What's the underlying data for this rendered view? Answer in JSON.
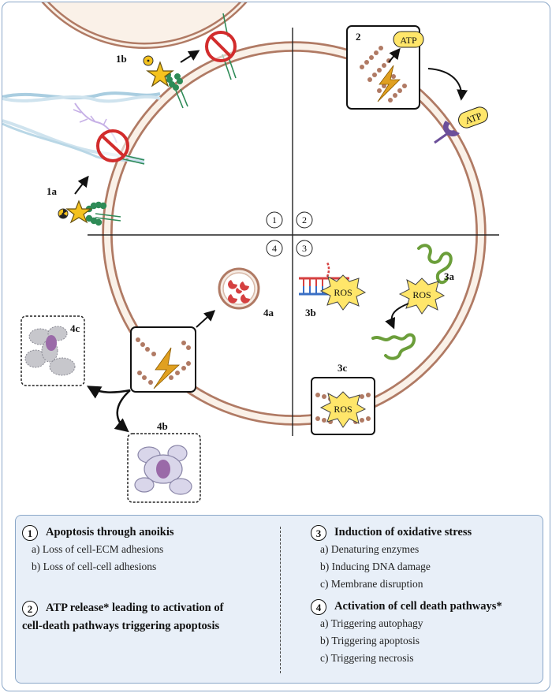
{
  "diagram": {
    "section_numbers": [
      "1",
      "2",
      "3",
      "4"
    ],
    "labels": {
      "l1a": "1a",
      "l1b": "1b",
      "l2": "2",
      "l3a": "3a",
      "l3b": "3b",
      "l3c": "3c",
      "l4a": "4a",
      "l4b": "4b",
      "l4c": "4c"
    },
    "badges": {
      "atp": "ATP",
      "ros": "ROS"
    },
    "colors": {
      "membrane": "#b07a64",
      "membrane_fill": "#faf1e8",
      "star": "#f4c21e",
      "prohibit": "#d22c2c",
      "bead": "#2e8b57",
      "lightning": "#e0a020",
      "atp_fill": "#ffe66a",
      "receptor": "#6b4f9a",
      "fiber": "#6b9e3a",
      "dna_red": "#d54040",
      "dna_blue": "#3a6fc4",
      "cell_gray": "#b9b9c0",
      "nucleus": "#9a6aa8",
      "legend_bg": "#e8eff8",
      "legend_border": "#8aa7c8"
    },
    "icons": [
      "radiation-icon",
      "star-icon",
      "prohibition-icon",
      "lightning-icon",
      "atp-receptor-icon",
      "dna-icon",
      "protein-fiber-icon",
      "autophagosome-icon"
    ]
  },
  "legend": {
    "s1": {
      "num": "1",
      "title": "Apoptosis through anoikis",
      "items": [
        "a) Loss of cell-ECM adhesions",
        "b) Loss of cell-cell adhesions"
      ]
    },
    "s2": {
      "num": "2",
      "title_line1": "ATP release* leading to activation of",
      "title_line2": "cell-death pathways triggering apoptosis"
    },
    "s3": {
      "num": "3",
      "title": "Induction of oxidative stress",
      "items": [
        "a) Denaturing enzymes",
        "b) Inducing DNA damage",
        "c) Membrane disruption"
      ]
    },
    "s4": {
      "num": "4",
      "title": "Activation of cell death pathways*",
      "items": [
        "a) Triggering autophagy",
        "b) Triggering apoptosis",
        "c) Triggering necrosis"
      ]
    }
  }
}
